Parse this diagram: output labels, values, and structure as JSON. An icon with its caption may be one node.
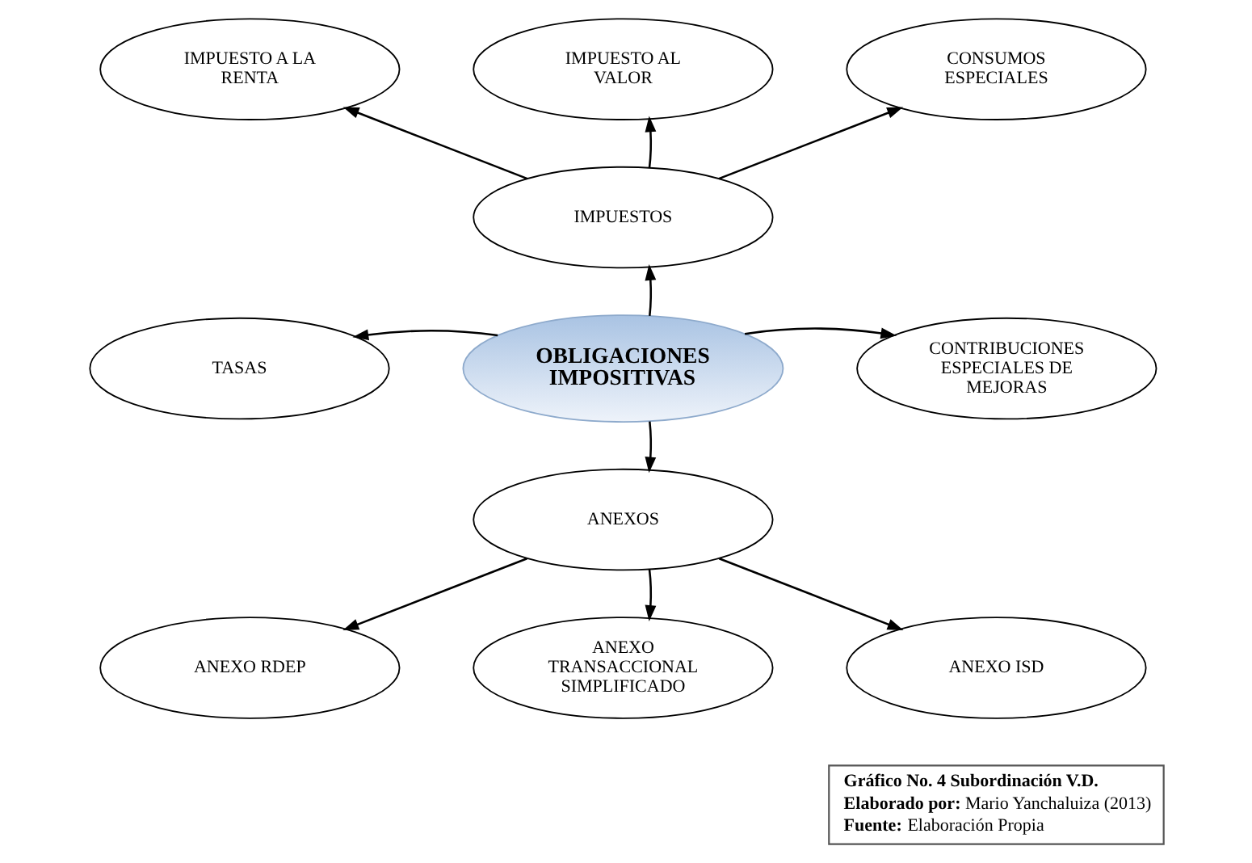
{
  "diagram": {
    "nodes": [
      {
        "text": [
          "IMPUESTO A LA RENTA"
        ]
      },
      {
        "text": [
          "IMPUESTO AL VALOR"
        ]
      },
      {
        "text": [
          "CONSUMOS ESPECIALES"
        ]
      },
      {
        "text": [
          "IMPUESTOS"
        ]
      },
      {
        "text": [
          "TASAS"
        ]
      },
      {
        "text": [
          "OBLIGACIONES IMPOSITIVAS"
        ]
      },
      {
        "text": [
          "CONTRIBUCIONES ESPECIALES DE MEJORAS"
        ]
      },
      {
        "text": [
          "ANEXOS"
        ]
      },
      {
        "text": [
          "ANEXO RDEP"
        ]
      },
      {
        "text": [
          "ANEXO TRANSACCIONAL SIMPLIFICADO"
        ]
      },
      {
        "text": [
          "ANEXO ISD"
        ]
      },
      {
        "text": [
          "**Gráfico No. 4 Subordinación V.D.**",
          "**Elaborado por:** Mario Yanchaluiza (2013)",
          "**Fuente:** Elaboración Propia"
        ]
      }
    ],
    "edges": [
      {
        "from": 3,
        "to": 0,
        "arrow": "to"
      },
      {
        "from": 3,
        "to": 1,
        "arrow": "to"
      },
      {
        "from": 3,
        "to": 2,
        "arrow": "to"
      },
      {
        "from": 5,
        "to": 3,
        "arrow": "to"
      },
      {
        "from": 5,
        "to": 4,
        "arrow": "to"
      },
      {
        "from": 5,
        "to": 6,
        "arrow": "to"
      },
      {
        "from": 5,
        "to": 7,
        "arrow": "to"
      },
      {
        "from": 7,
        "to": 8,
        "arrow": "to"
      },
      {
        "from": 7,
        "to": 9,
        "arrow": "to"
      },
      {
        "from": 7,
        "to": 10,
        "arrow": "to"
      }
    ]
  }
}
